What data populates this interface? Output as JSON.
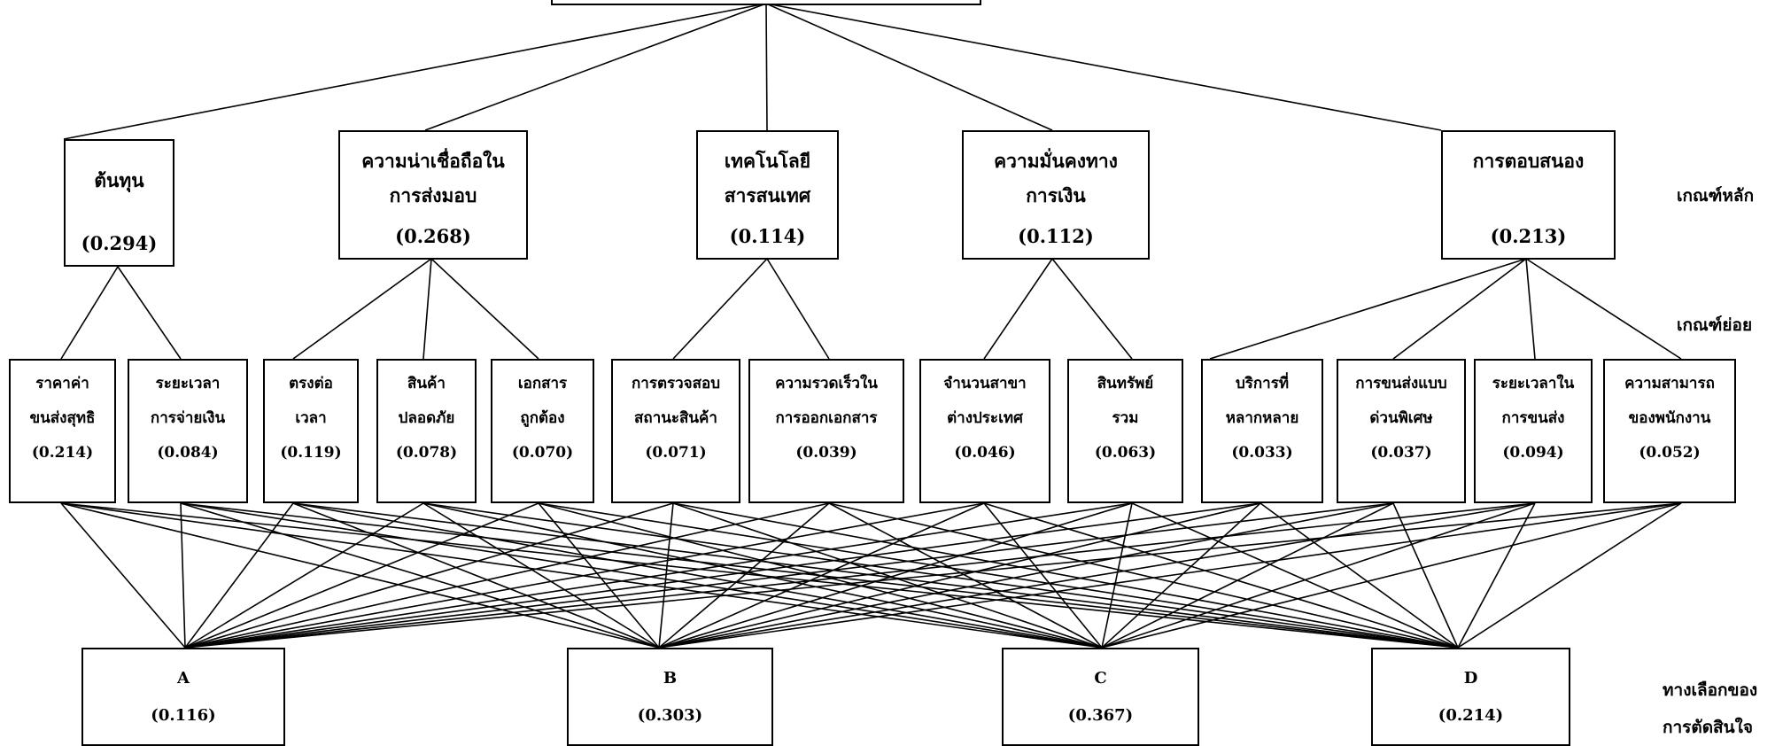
{
  "main_criteria": [
    {
      "id": "cost",
      "lines": [
        "ต้นทุน"
      ],
      "weight": "(0.294)"
    },
    {
      "id": "reliability",
      "lines": [
        "ความน่าเชื่อถือใน",
        "การส่งมอบ"
      ],
      "weight": "(0.268)"
    },
    {
      "id": "it",
      "lines": [
        "เทคโนโลยี",
        "สารสนเทศ"
      ],
      "weight": "(0.114)"
    },
    {
      "id": "finance",
      "lines": [
        "ความมั่นคงทาง",
        "การเงิน"
      ],
      "weight": "(0.112)"
    },
    {
      "id": "response",
      "lines": [
        "การตอบสนอง"
      ],
      "weight": "(0.213)"
    }
  ],
  "sub_criteria": [
    {
      "lines": [
        "ราคาค่า",
        "ขนส่งสุทธิ"
      ],
      "weight": "(0.214)"
    },
    {
      "lines": [
        "ระยะเวลา",
        "การจ่ายเงิน"
      ],
      "weight": "(0.084)"
    },
    {
      "lines": [
        "ตรงต่อ",
        "เวลา"
      ],
      "weight": "(0.119)"
    },
    {
      "lines": [
        "สินค้า",
        "ปลอดภัย"
      ],
      "weight": "(0.078)"
    },
    {
      "lines": [
        "เอกสาร",
        "ถูกต้อง"
      ],
      "weight": "(0.070)"
    },
    {
      "lines": [
        "การตรวจสอบ",
        "สถานะสินค้า"
      ],
      "weight": "(0.071)"
    },
    {
      "lines": [
        "ความรวดเร็วใน",
        "การออกเอกสาร"
      ],
      "weight": "(0.039)"
    },
    {
      "lines": [
        "จำนวนสาขา",
        "ต่างประเทศ"
      ],
      "weight": "(0.046)"
    },
    {
      "lines": [
        "สินทรัพย์",
        "รวม"
      ],
      "weight": "(0.063)"
    },
    {
      "lines": [
        "บริการที่",
        "หลากหลาย"
      ],
      "weight": "(0.033)"
    },
    {
      "lines": [
        "การขนส่งแบบ",
        "ด่วนพิเศษ"
      ],
      "weight": "(0.037)"
    },
    {
      "lines": [
        "ระยะเวลาใน",
        "การขนส่ง"
      ],
      "weight": "(0.094)"
    },
    {
      "lines": [
        "ความสามารถ",
        "ของพนักงาน"
      ],
      "weight": "(0.052)"
    }
  ],
  "alternatives": [
    {
      "label": "A",
      "weight": "(0.116)"
    },
    {
      "label": "B",
      "weight": "(0.303)"
    },
    {
      "label": "C",
      "weight": "(0.367)"
    },
    {
      "label": "D",
      "weight": "(0.214)"
    }
  ],
  "side_labels": {
    "main_level": "เกณฑ์หลัก",
    "sub_level": "เกณฑ์ย่อย",
    "alternative_line1": "ทางเลือกของ",
    "alternative_line2": "การตัดสินใจ"
  }
}
